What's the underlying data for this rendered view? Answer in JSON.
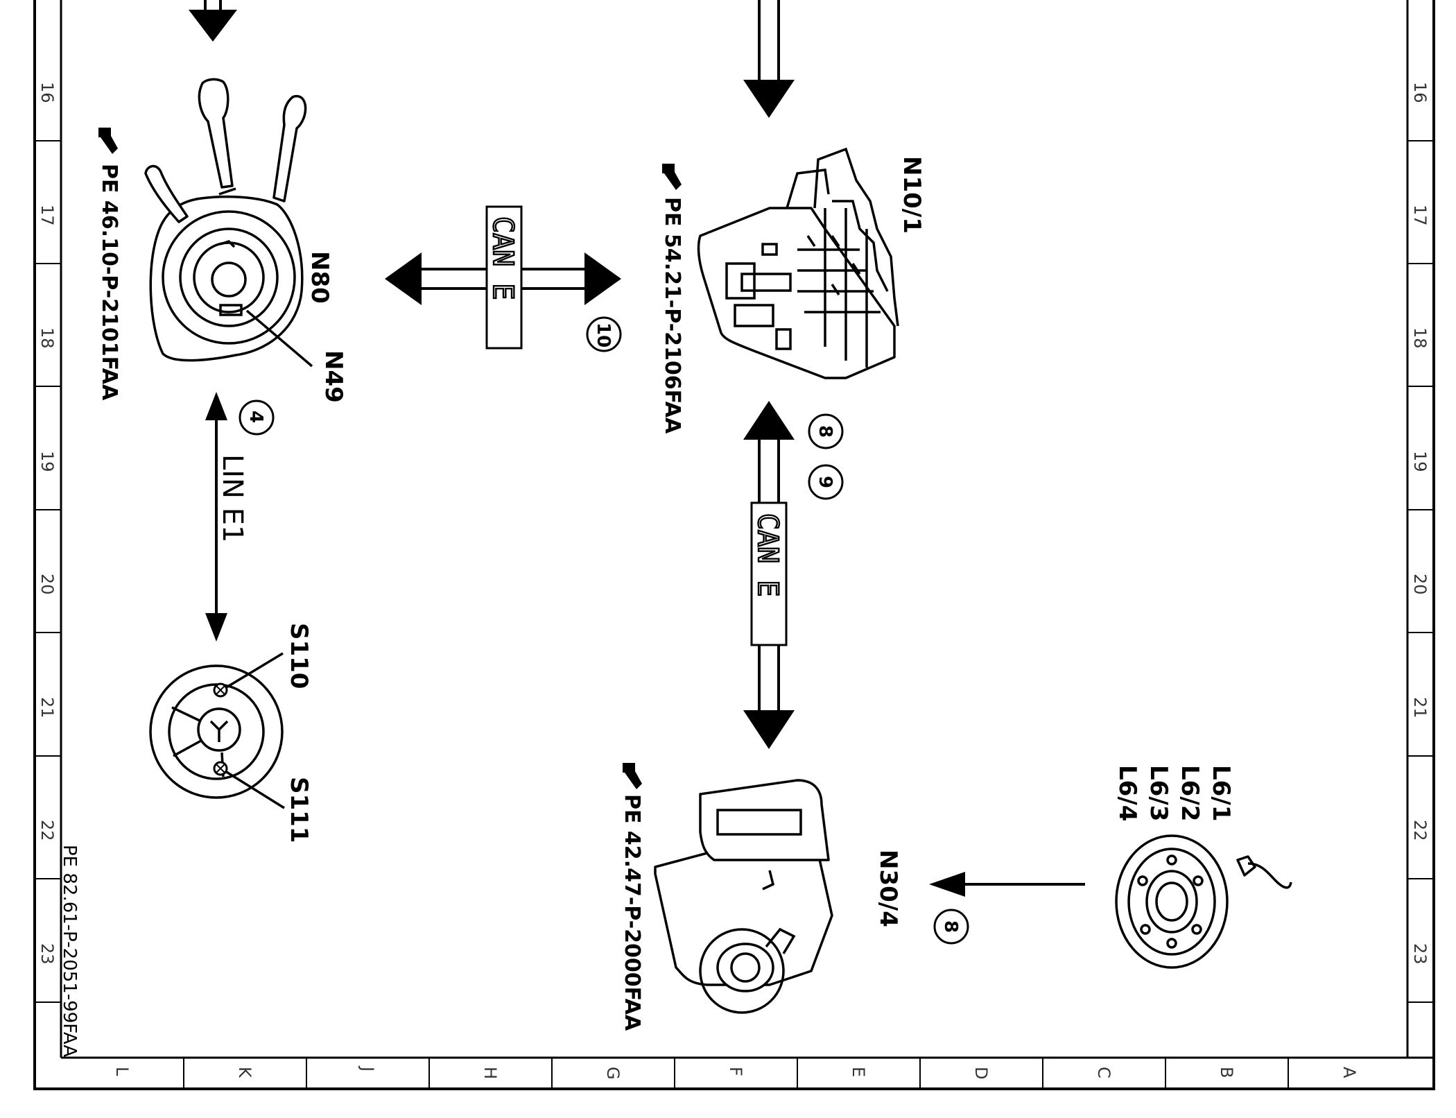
{
  "diagram": {
    "doc_id": "PE 82.61-P-2051-99FAA",
    "grid_numbers": [
      "16",
      "17",
      "18",
      "19",
      "20",
      "21",
      "22",
      "23"
    ],
    "grid_letters": [
      "L",
      "K",
      "J",
      "H",
      "G",
      "F",
      "E",
      "D",
      "C",
      "B",
      "A"
    ],
    "components": {
      "n80": "N80",
      "n49": "N49",
      "n10_1": "N10/1",
      "s110": "S110",
      "s111": "S111",
      "n30_4": "N30/4",
      "l6_1": "L6/1",
      "l6_2": "L6/2",
      "l6_3": "L6/3",
      "l6_4": "L6/4"
    },
    "refs": {
      "steering_module": "PE 46.10-P-2101FAA",
      "sam": "PE 54.21-P-2106FAA",
      "esp": "PE 42.47-P-2000FAA"
    },
    "buses": {
      "can_top": "CAN E",
      "can_mid": "CAN E",
      "lin": "LIN E1"
    },
    "markers": {
      "m4": "4",
      "m10": "10",
      "m8a": "8",
      "m9": "9",
      "m8b": "8"
    }
  }
}
